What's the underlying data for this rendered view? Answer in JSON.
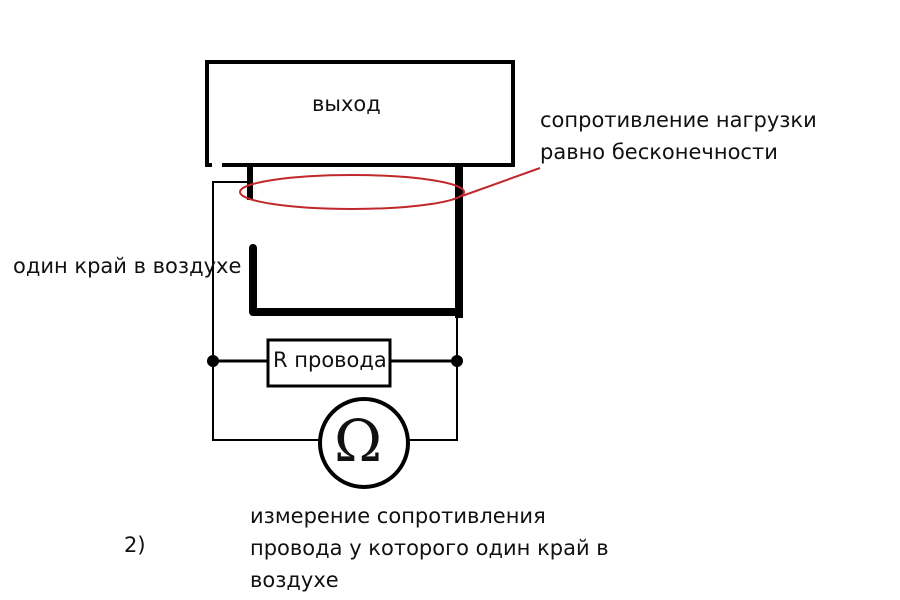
{
  "labels": {
    "output_box": "выход",
    "load_resistance_line1": "сопротивление нагрузки",
    "load_resistance_line2": "равно бесконечности",
    "free_end": "один край в воздухе",
    "resistor": "R провода",
    "ohmmeter_symbol": "Ω",
    "figure_number": "2)",
    "caption_line1": "измерение сопротивления",
    "caption_line2": "провода у которого один край в",
    "caption_line3": "воздухе"
  },
  "colors": {
    "line": "#000000",
    "highlight": "#c0282c",
    "background": "#ffffff"
  }
}
